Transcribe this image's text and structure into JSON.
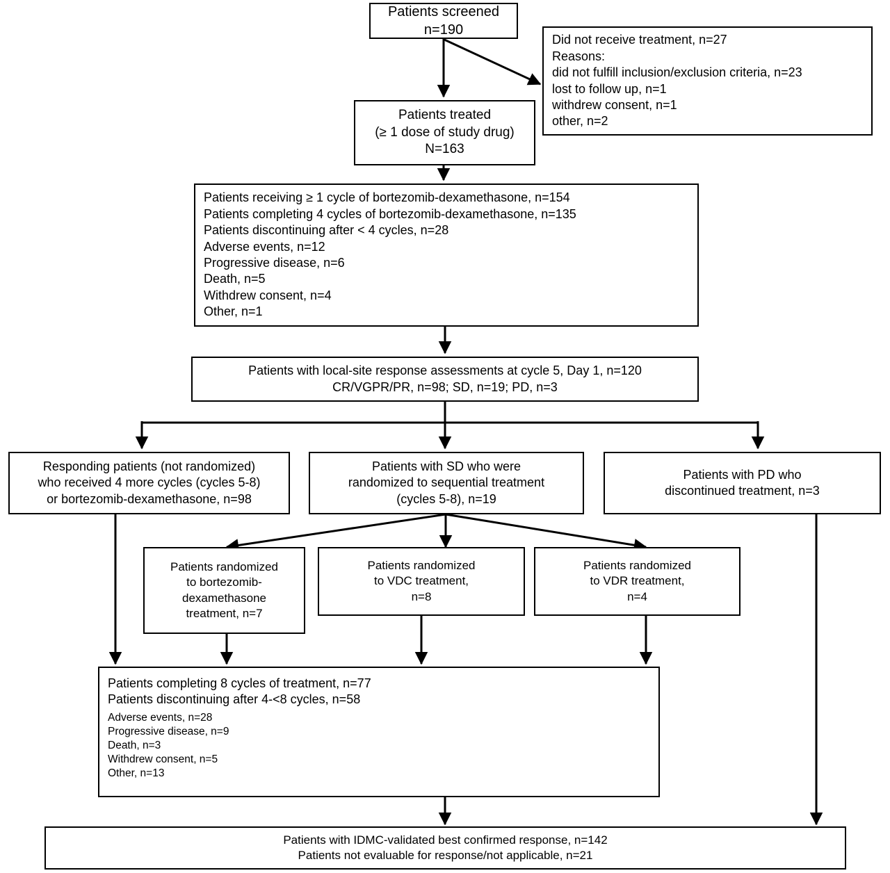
{
  "figure": {
    "type": "consort-flow-diagram",
    "title": "Patient disposition flow diagram"
  },
  "nodes": {
    "screened": {
      "lines": [
        "Patients screened",
        "n=190"
      ]
    },
    "no_treatment": {
      "lines": [
        "Did not receive treatment, n=27",
        "Reasons:",
        "did not fulfill inclusion/exclusion criteria, n=23",
        "lost to follow up, n=1",
        "withdrew consent, n=1",
        "other, n=2"
      ]
    },
    "treated": {
      "lines": [
        "Patients treated",
        "(≥ 1 dose of study drug)",
        "N=163"
      ]
    },
    "cycles4": {
      "lines": [
        "Patients receiving ≥ 1 cycle of bortezomib-dexamethasone, n=154",
        "Patients completing 4 cycles of bortezomib-dexamethasone, n=135",
        "Patients discontinuing after < 4 cycles, n=28",
        "Adverse events, n=12",
        "Progressive disease, n=6",
        "Death, n=5",
        "Withdrew consent, n=4",
        "Other, n=1"
      ]
    },
    "assessments": {
      "lines": [
        "Patients with local-site response assessments at cycle 5, Day 1, n=120",
        "CR/VGPR/PR, n=98; SD, n=19; PD, n=3"
      ]
    },
    "responding": {
      "lines": [
        "Responding patients (not randomized)",
        "who received 4 more cycles (cycles 5-8)",
        "or bortezomib-dexamethasone, n=98"
      ]
    },
    "sd_randomized": {
      "lines": [
        "Patients with SD who were",
        "randomized to sequential treatment",
        "(cycles 5-8), n=19"
      ]
    },
    "pd_discontinued": {
      "lines": [
        "Patients with PD who",
        "discontinued treatment, n=3"
      ]
    },
    "rand_bortezomib": {
      "lines": [
        "Patients randomized",
        "to bortezomib-",
        "dexamethasone",
        "treatment, n=7"
      ]
    },
    "rand_vdc": {
      "lines": [
        "Patients randomized",
        "to VDC treatment,",
        "n=8"
      ]
    },
    "rand_vdr": {
      "lines": [
        "Patients randomized",
        "to VDR treatment,",
        "n=4"
      ]
    },
    "cycles8": {
      "lines": [
        "Patients completing 8 cycles of treatment, n=77",
        "Patients discontinuing after 4-<8 cycles, n=58"
      ],
      "sublines": [
        "Adverse events, n=28",
        "Progressive disease, n=9",
        "Death, n=3",
        "Withdrew consent, n=5",
        "Other, n=13"
      ]
    },
    "final": {
      "lines": [
        "Patients with IDMC-validated best confirmed response, n=142",
        "Patients not evaluable for response/not applicable, n=21"
      ]
    }
  },
  "style": {
    "line_color": "#000000",
    "box_border_color": "#000000",
    "background": "#ffffff",
    "text_color": "#000000"
  }
}
